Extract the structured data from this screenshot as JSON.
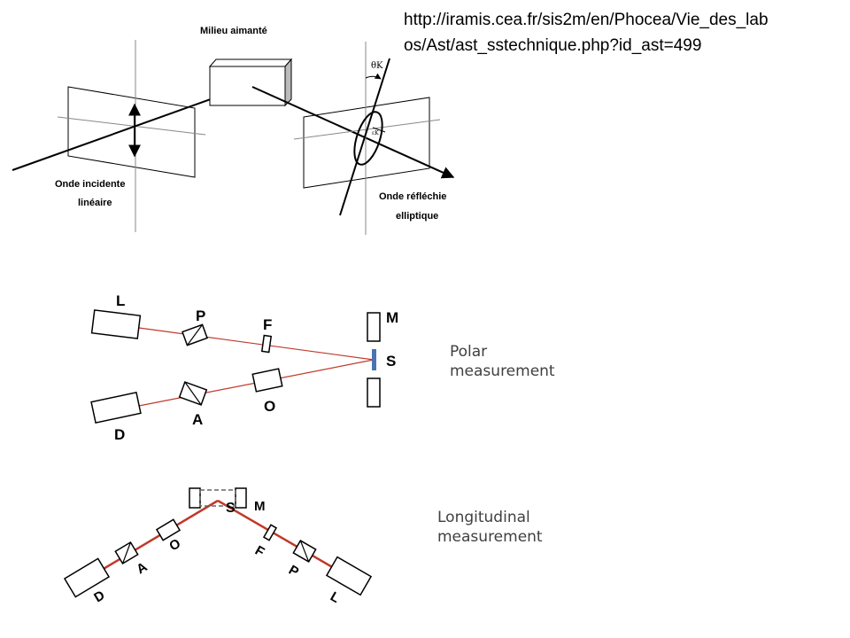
{
  "url": {
    "line1": "http://iramis.cea.fr/sis2m/en/Phocea/Vie_des_lab",
    "line2": "os/Ast/ast_sstechnique.php?id_ast=499"
  },
  "kerr": {
    "sample_label": "Milieu aimanté",
    "incident_line1": "Onde incidente",
    "incident_line2": "linéaire",
    "reflected_line1": "Onde réfléchie",
    "reflected_line2": "elliptique",
    "theta_k": "θK",
    "epsilon_k": "εK"
  },
  "polar": {
    "caption_line1": "Polar",
    "caption_line2": "measurement",
    "L": "L",
    "P": "P",
    "F": "F",
    "M": "M",
    "S": "S",
    "O": "O",
    "A": "A",
    "D": "D"
  },
  "longitudinal": {
    "caption_line1": "Longitudinal",
    "caption_line2": "measurement",
    "S": "S",
    "M": "M",
    "O": "O",
    "A": "A",
    "D": "D",
    "F": "F",
    "P": "P",
    "L": "L"
  },
  "colors": {
    "beam": "#c0392b",
    "sample": "#4a74b4",
    "ink": "#000000"
  }
}
